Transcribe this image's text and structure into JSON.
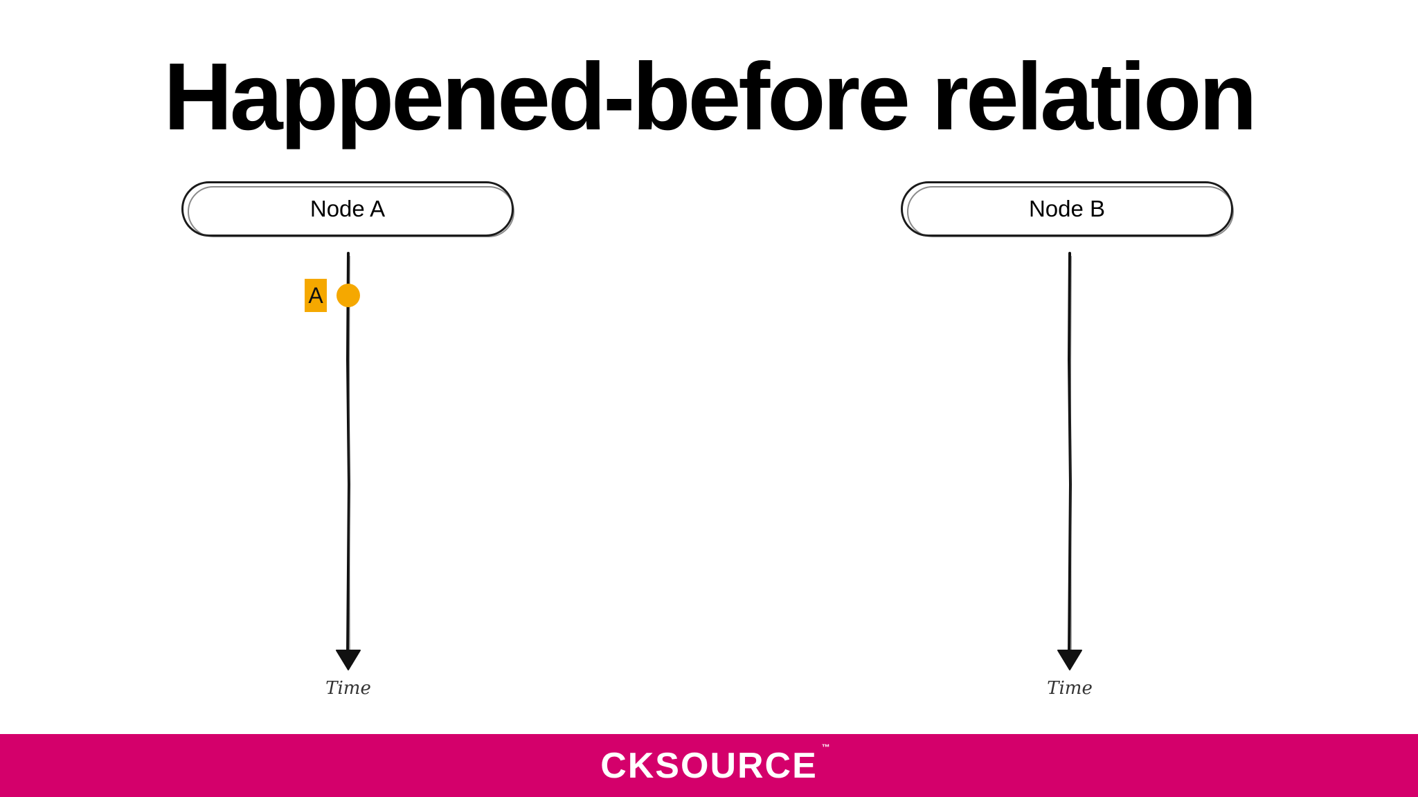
{
  "title": "Happened-before relation",
  "nodes": [
    {
      "label": "Node A",
      "axis_label": "Time"
    },
    {
      "label": "Node B",
      "axis_label": "Time"
    }
  ],
  "events": [
    {
      "label": "A",
      "node": "Node A",
      "color": "#f5a800"
    }
  ],
  "footer": {
    "brand": "CKSOURCE",
    "trademark": "™",
    "background": "#d4006b"
  }
}
